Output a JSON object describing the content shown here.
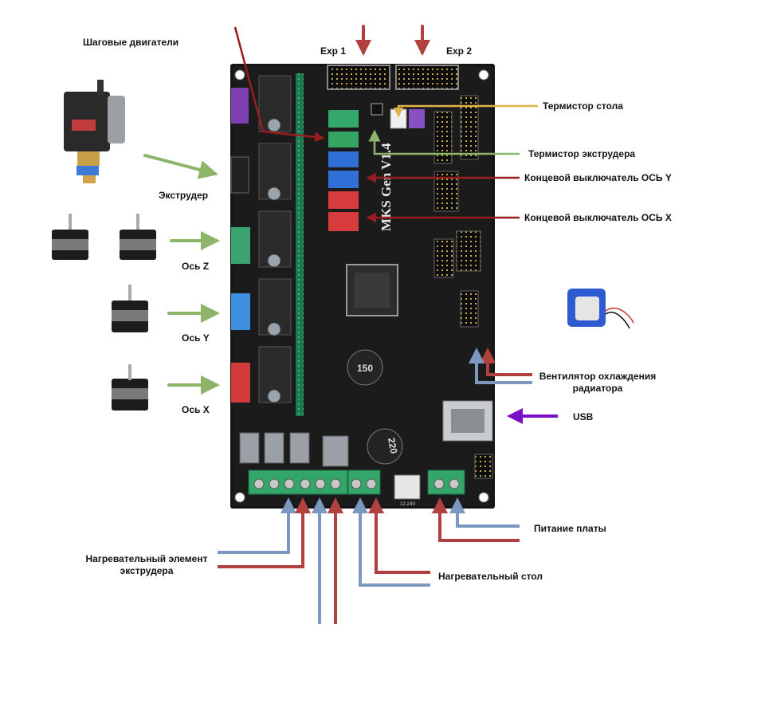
{
  "labels": {
    "steppers": "Шаговые двигатели",
    "extruder": "Экструдер",
    "axis_z": "Ось Z",
    "axis_y": "Ось Y",
    "axis_x": "Ось X",
    "exp1": "Exp 1",
    "exp2": "Exp 2",
    "bed_thermistor": "Термистор стола",
    "extruder_thermistor": "Термистор экструдера",
    "endstop_y": "Концевой выключатель ОСЬ Y",
    "endstop_x": "Концевой выключатель ОСЬ X",
    "fan_line1": "Вентилятор охлаждения",
    "fan_line2": "радиатора",
    "usb": "USB",
    "board_power": "Питание платы",
    "hotend_heater_line1": "Нагревательный элемент",
    "hotend_heater_line2": "экструдера",
    "heated_bed": "Нагревательный стол"
  },
  "board": {
    "silk_name": "MKS Gen V1.4",
    "inductor_1": "150",
    "inductor_2": "220",
    "power_silk": "12-24V"
  },
  "colors": {
    "green_arrow": "#8db56a",
    "red_arrow": "#b0413e",
    "blue_arrow": "#7b98c0",
    "dark_red": "#9b1c1c",
    "yellow_line": "#e2b34a",
    "purple_arrow": "#7a0fc8",
    "board": "#141414"
  }
}
